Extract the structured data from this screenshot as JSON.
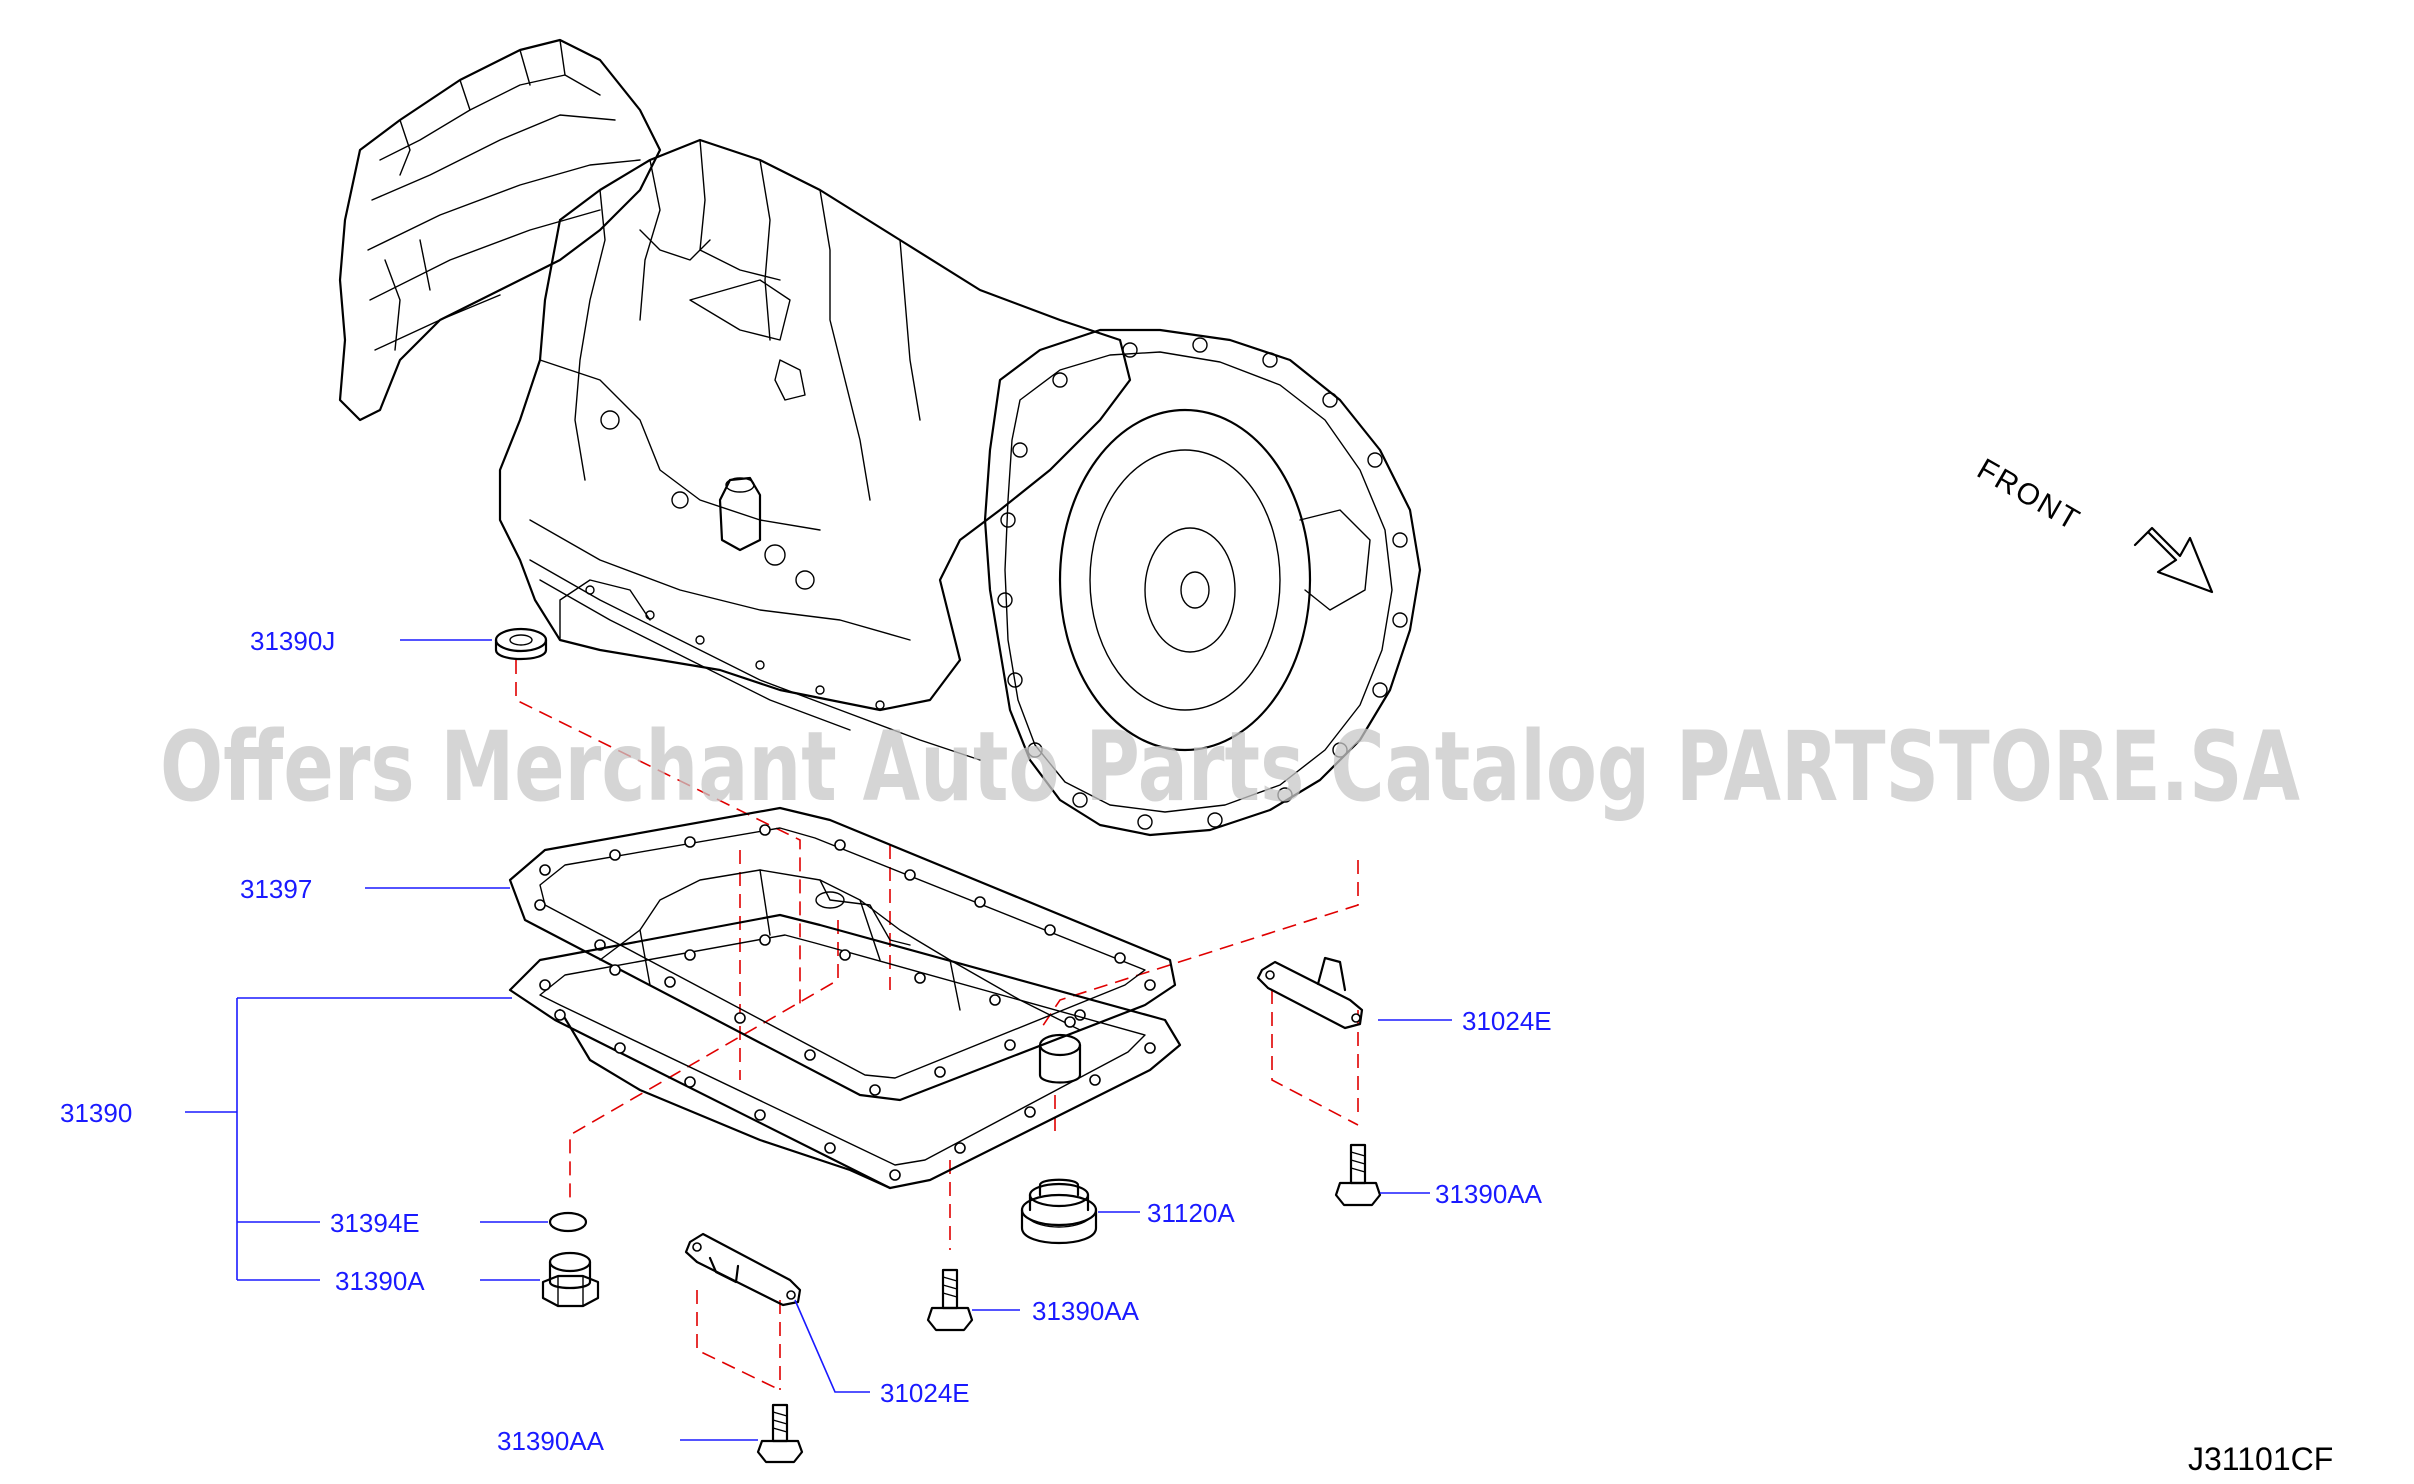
{
  "watermark": "Offers Merchant Auto Parts Catalog PARTSTORE.SA",
  "direction_label": "FRONT",
  "diagram_code": "J31101CF",
  "callouts": {
    "c31390J": "31390J",
    "c31397": "31397",
    "c31390": "31390",
    "c31394E": "31394E",
    "c31390A": "31390A",
    "c31024E_right": "31024E",
    "c31390AA_right": "31390AA",
    "c31120A": "31120A",
    "c31390AA_mid": "31390AA",
    "c31024E_lower": "31024E",
    "c31390AA_bottom": "31390AA"
  },
  "colors": {
    "callout_text": "#1a1aff",
    "leader_line": "#1a1aff",
    "assembly_dash": "#e00000",
    "line_art": "#000000",
    "watermark": "#c8c8c8"
  }
}
